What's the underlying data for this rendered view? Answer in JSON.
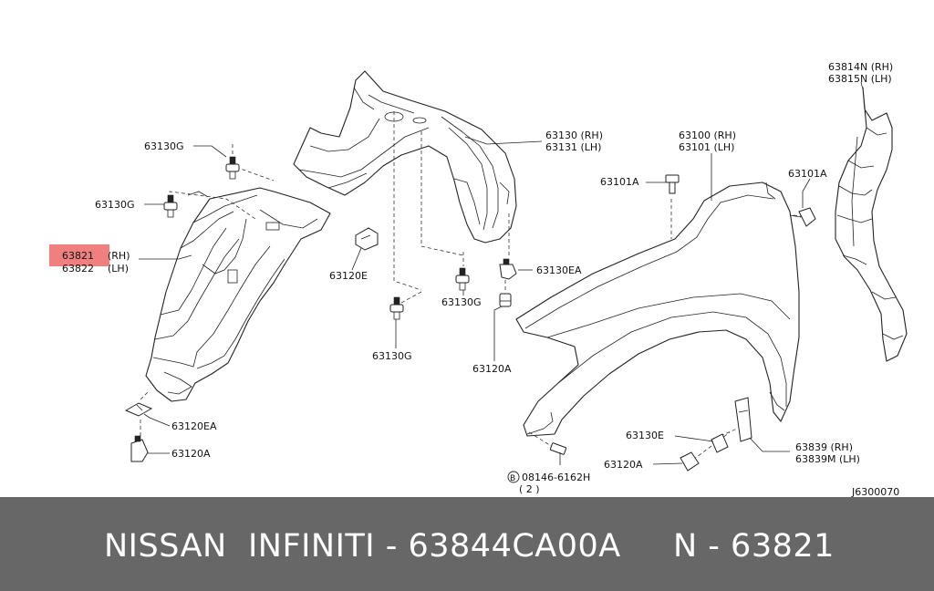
{
  "callouts": {
    "p63130G_a": "63130G",
    "p63130G_b": "63130G",
    "p63821": "63821",
    "rh_a": "(RH)",
    "p63822": "63822",
    "lh_a": "(LH)",
    "p63120E": "63120E",
    "p63130G_c": "63130G",
    "p63130G_d": "63130G",
    "p63120EA": "63120EA",
    "p63120A_a": "63120A",
    "p63130_rh": "63130 (RH)",
    "p63131_lh": "63131 (LH)",
    "p63130EA": "63130EA",
    "p63120A_b": "63120A",
    "p63101A_a": "63101A",
    "p63100_rh": "63100 (RH)",
    "p63101_lh": "63101 (LH)",
    "p63101A_b": "63101A",
    "p63814N_rh": "63814N (RH)",
    "p63815N_lh": "63815N (LH)",
    "p63130E": "63130E",
    "p63120A_c": "63120A",
    "p63839_rh": "63839  (RH)",
    "p63839M_lh": "63839M (LH)",
    "bolt_marker": "B",
    "bolt_number": "08146-6162H",
    "bolt_qty": "( 2 )",
    "diagram_id": "J6300070"
  },
  "colors": {
    "highlight": "#f08080",
    "footer_bg": "#676767",
    "footer_text": "#ffffff"
  },
  "footer": {
    "brand": "NISSAN  INFINITI - 63844CA00A",
    "ref": "N - 63821"
  }
}
